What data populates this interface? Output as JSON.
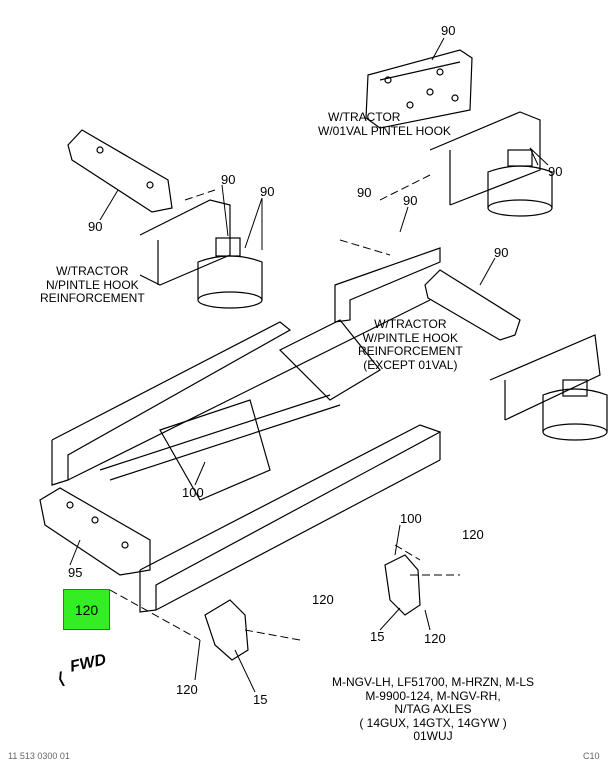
{
  "callouts": {
    "c90_top": "90",
    "c90_right_air": "90",
    "c90_left_mid": "90",
    "c90_left_mid2": "90",
    "c90_left_bottom": "90",
    "c90_center_a": "90",
    "c90_center_b": "90",
    "c90_center_c": "90",
    "c100_center": "100",
    "c100_right": "100",
    "c95": "95",
    "c120_highlight": "120",
    "c120_right_top": "120",
    "c120_right_bottom": "120",
    "c120_center": "120",
    "c120_bottom_left": "120",
    "c15_right": "15",
    "c15_bottom": "15"
  },
  "notes": {
    "pintel_line1": "W/TRACTOR",
    "pintel_line2": "W/01VAL PINTEL HOOK",
    "npintle_line1": "W/TRACTOR",
    "npintle_line2": "N/PINTLE HOOK",
    "npintle_line3": "REINFORCEMENT",
    "wpintle_line1": "W/TRACTOR",
    "wpintle_line2": "W/PINTLE HOOK",
    "wpintle_line3": "REINFORCEMENT",
    "wpintle_line4": "(EXCEPT 01VAL)"
  },
  "models": {
    "line1": "M-NGV-LH, LF51700, M-HRZN, M-LS",
    "line2": "M-9900-124, M-NGV-RH,",
    "line3": "N/TAG AXLES",
    "line4": "( 14GUX, 14GTX, 14GYW )",
    "line5": "01WUJ"
  },
  "fwd_label": "FWD",
  "footer_left": "11 513 0300 01",
  "footer_right": "C10",
  "colors": {
    "highlight": "#33ee22",
    "ink": "#000000"
  }
}
